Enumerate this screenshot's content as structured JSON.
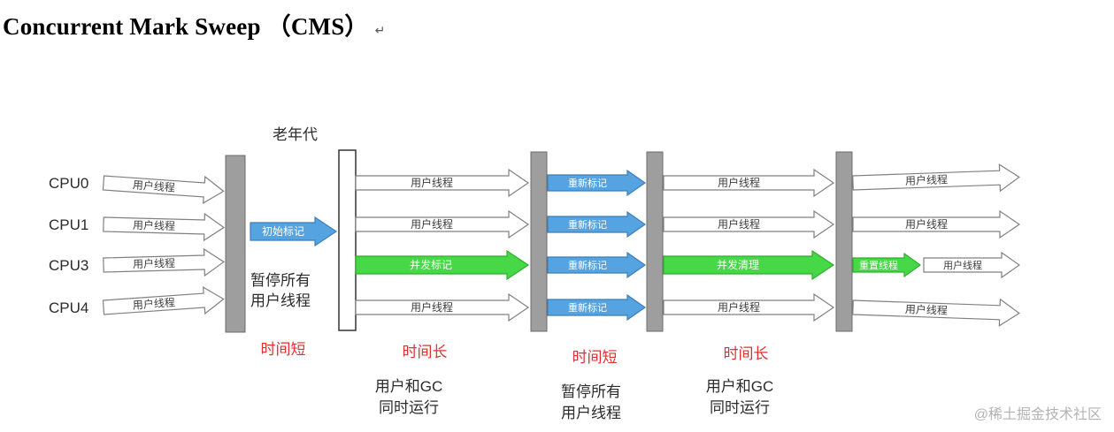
{
  "page": {
    "title": "Concurrent Mark Sweep （CMS）",
    "paragraph_mark": "↵",
    "watermark": "@稀土掘金技术社区"
  },
  "diagram": {
    "old_generation_label": "老年代",
    "cpus": [
      "CPU0",
      "CPU1",
      "CPU3",
      "CPU4"
    ],
    "arrow_labels": {
      "user_thread": "用户线程",
      "initial_mark": "初始标记",
      "concurrent_mark": "并发标记",
      "remark": "重新标记",
      "concurrent_sweep": "并发清理",
      "reset_thread": "重置线程"
    },
    "pause_note": {
      "line1": "暂停所有",
      "line2": "用户线程"
    },
    "phase_times": [
      "时间短",
      "时间长",
      "时间短",
      "时间长"
    ],
    "phase_notes": [
      {
        "line1": "用户和GC",
        "line2": "同时运行"
      },
      {
        "line1": "暂停所有",
        "line2": "用户线程"
      },
      {
        "line1": "用户和GC",
        "line2": "同时运行"
      }
    ],
    "colors": {
      "blue": "#55a3e0",
      "blue_stroke": "#3c7fb8",
      "green": "#46d846",
      "green_stroke": "#2fae2f",
      "gray_bar": "#9e9e9e",
      "red_text": "#e03030"
    }
  }
}
